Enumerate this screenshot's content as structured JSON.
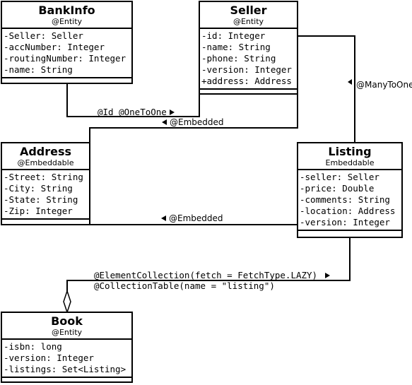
{
  "classes": {
    "bankinfo": {
      "name": "BankInfo",
      "stereotype": "@Entity",
      "attributes": [
        "-Seller: Seller",
        "-accNumber: Integer",
        "-routingNumber: Integer",
        "-name: String"
      ]
    },
    "seller": {
      "name": "Seller",
      "stereotype": "@Entity",
      "attributes": [
        "-id: Integer",
        "-name: String",
        "-phone: String",
        "-version: Integer",
        "+address: Address"
      ]
    },
    "address": {
      "name": "Address",
      "stereotype": "@Embeddable",
      "attributes": [
        "-Street: String",
        "-City: String",
        "-State: String",
        "-Zip: Integer"
      ]
    },
    "listing": {
      "name": "Listing",
      "stereotype": "Embeddable",
      "attributes": [
        "-seller: Seller",
        "-price: Double",
        "-comments: String",
        "-location: Address",
        "-version: Integer"
      ]
    },
    "book": {
      "name": "Book",
      "stereotype": "@Entity",
      "attributes": [
        "-isbn: long",
        "-version: Integer",
        "-listings: Set<Listing>"
      ]
    }
  },
  "relations": {
    "bankinfo_seller": "@Id @OneToOne",
    "seller_address": "@Embedded",
    "seller_listing": "@ManyToOne",
    "address_listing": "@Embedded",
    "book_listing_line1": "@ElementCollection(fetch = FetchType.LAZY)",
    "book_listing_line2": "@CollectionTable(name = \"listing\")"
  }
}
